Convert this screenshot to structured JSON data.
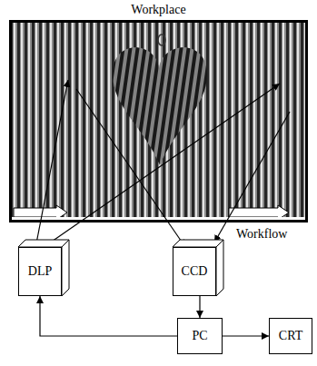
{
  "diagram": {
    "nodes": [
      {
        "text": [
          "Workplace"
        ]
      },
      {
        "text": [
          "DLP"
        ]
      },
      {
        "text": [
          "CCD"
        ]
      },
      {
        "text": [
          "PC"
        ]
      },
      {
        "text": [
          "CRT"
        ]
      }
    ],
    "edges": [
      {
        "from": 1,
        "to": 0,
        "arrow": "to"
      },
      {
        "from": 1,
        "to": 0,
        "arrow": "to"
      },
      {
        "from": 0,
        "to": 2,
        "arrow": "to"
      },
      {
        "from": 0,
        "to": 2,
        "arrow": "to"
      },
      {
        "from": 2,
        "to": 3,
        "arrow": "to"
      },
      {
        "from": 3,
        "to": 1,
        "arrow": "to"
      },
      {
        "from": 3,
        "to": 4,
        "arrow": "to"
      }
    ],
    "labels": [
      "Workflow"
    ]
  }
}
